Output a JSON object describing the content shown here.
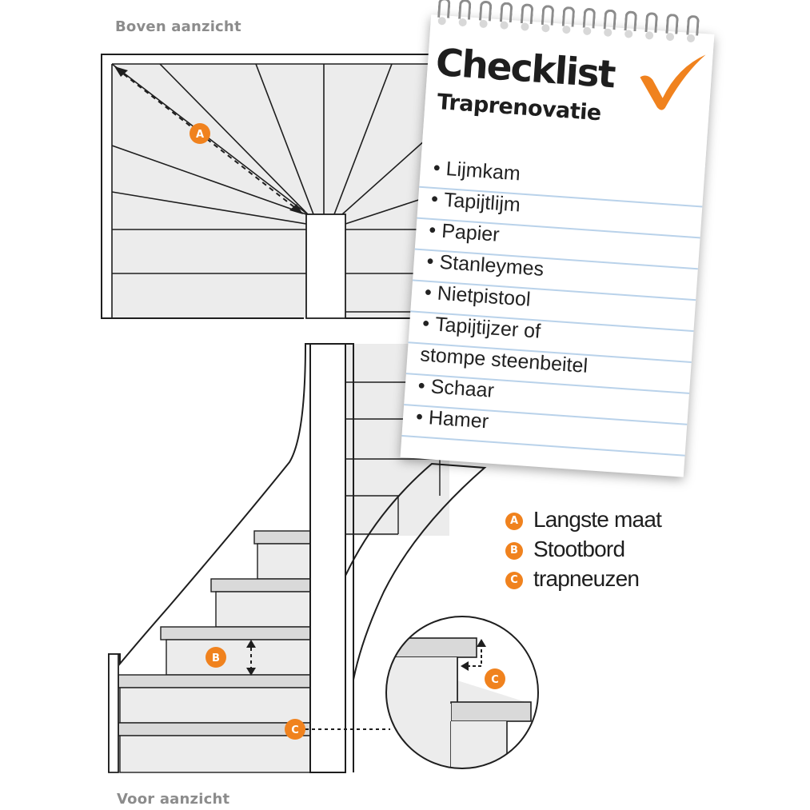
{
  "views": {
    "top_label": "Boven aanzicht",
    "front_label": "Voor aanzicht"
  },
  "checklist": {
    "title": "Checklist",
    "subtitle": "Traprenovatie",
    "items": [
      "Lijmkam",
      "Tapijtlijm",
      "Papier",
      "Stanleymes",
      "Nietpistool",
      "Tapijtijzer of",
      "stompe steenbeitel",
      "Schaar",
      "Hamer"
    ]
  },
  "legend": [
    {
      "badge": "A",
      "text": "Langste maat"
    },
    {
      "badge": "B",
      "text": "Stootbord"
    },
    {
      "badge": "C",
      "text": "trapneuzen"
    }
  ],
  "markers": {
    "a": "A",
    "b": "B",
    "c_front": "C",
    "c_detail": "C"
  },
  "colors": {
    "accent": "#f0821e",
    "line": "#1e1e1e",
    "stair_fill": "#ececec",
    "note_line": "#b9d2ea",
    "label_gray": "#8c8c8c"
  },
  "icons": {
    "check": "orange-checkmark-icon"
  }
}
